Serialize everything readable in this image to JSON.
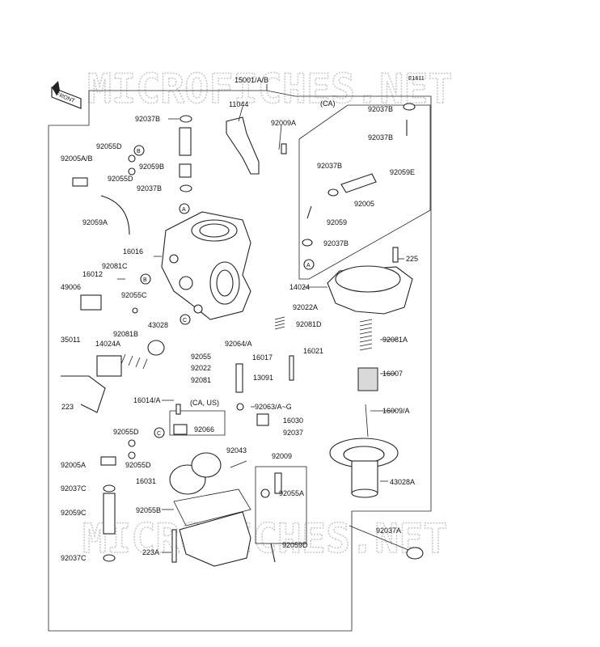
{
  "diagram_code": "E1611",
  "front_label": "FRONT",
  "watermark": "MICROFICHES.NET",
  "group_labels": {
    "ca": "(CA)",
    "ca_us": "(CA, US)"
  },
  "circle_markers": {
    "a": "A",
    "b": "B",
    "c": "C"
  },
  "part_labels": [
    "15001/A/B",
    "11044",
    "92009A",
    "92037B",
    "92005A/B",
    "92055D",
    "92055D",
    "92059B",
    "92037B",
    "92059A",
    "16016",
    "92081C",
    "16012",
    "49006",
    "92055C",
    "43028",
    "35011",
    "14024A",
    "92081B",
    "223",
    "92055",
    "92022",
    "92081",
    "92064/A",
    "16017",
    "13091",
    "16014/A",
    "92063/A~G",
    "16030",
    "92037",
    "92066",
    "16021",
    "92081D",
    "92022A",
    "14024",
    "225",
    "92081A",
    "16007",
    "16009/A",
    "92037B",
    "92037B",
    "92059E",
    "92037B",
    "92005",
    "92059",
    "92037B",
    "92055D",
    "92005A",
    "92055D",
    "92037C",
    "92059C",
    "92037C",
    "16031",
    "92043",
    "92009",
    "92055A",
    "92055B",
    "223A",
    "92059D",
    "43028A",
    "92037A"
  ]
}
